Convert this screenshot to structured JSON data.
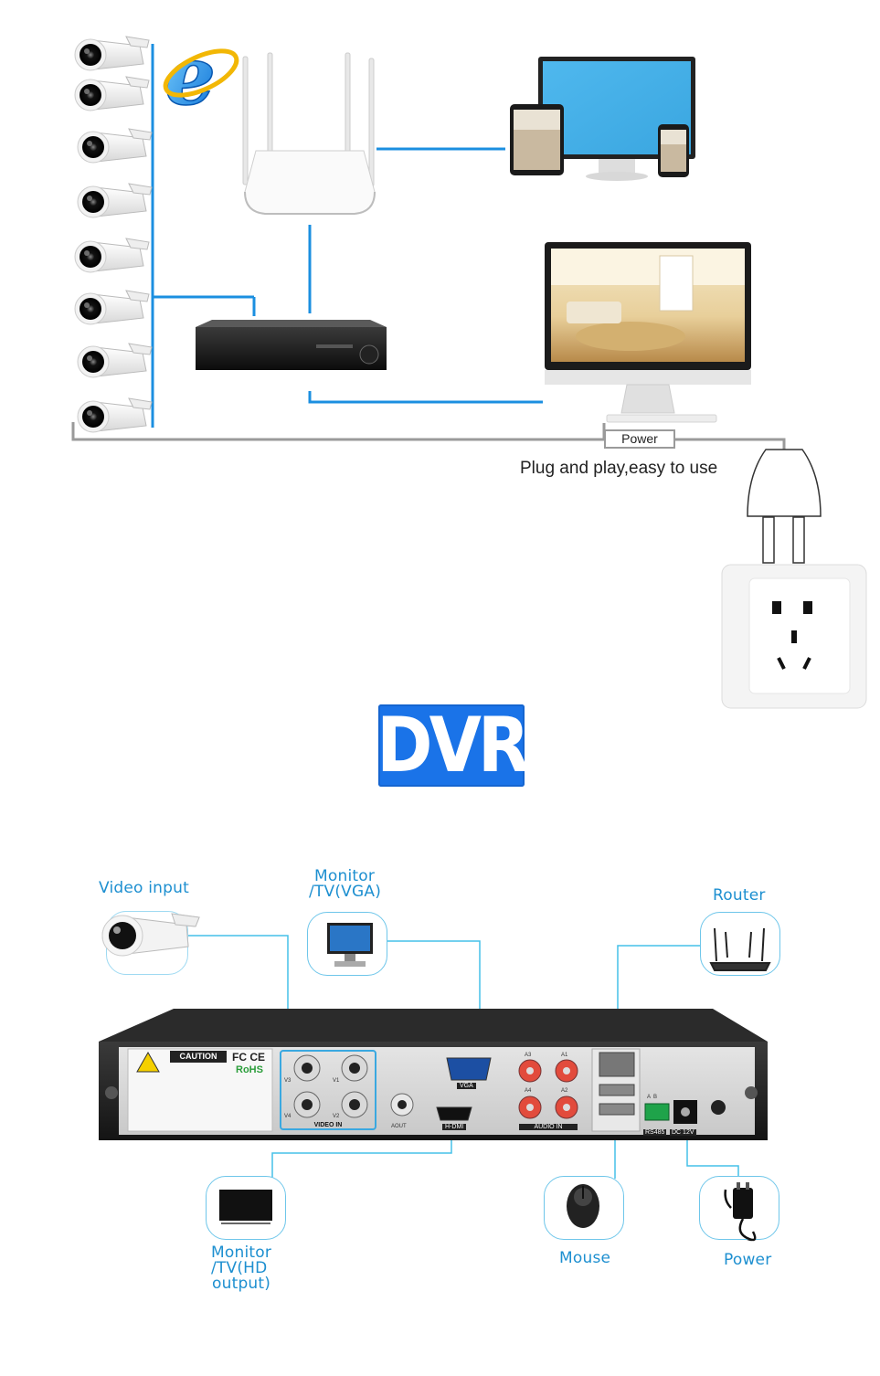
{
  "top_diagram": {
    "power_label": "Power",
    "tagline": "Plug and play,easy to use"
  },
  "badge": {
    "text": "DVR"
  },
  "dvr_diagram": {
    "labels": {
      "video_input": "Video input",
      "monitor_vga_line1": "Monitor",
      "monitor_vga_line2": "/TV(VGA)",
      "router": "Router",
      "monitor_hd_line1": "Monitor",
      "monitor_hd_line2": "/TV(HD",
      "monitor_hd_line3": "output)",
      "mouse": "Mouse",
      "power": "Power"
    },
    "panel": {
      "caution": "CAUTION",
      "rohs": "RoHS",
      "fcce": "FC CE",
      "video_in": "VIDEO IN",
      "vga": "VGA",
      "hdmi": "H-DMI",
      "audio_in": "AUDIO IN",
      "aout": "AOUT",
      "rs485": "RS485",
      "dc12v": "DC 12V",
      "v1": "V1",
      "v2": "V2",
      "v3": "V3",
      "v4": "V4",
      "a1": "A1",
      "a2": "A2",
      "a3": "A3",
      "a4": "A4",
      "ab": "A  B"
    }
  },
  "colors": {
    "line_blue": "#1b8fe0",
    "cyan_line": "#45c0e8",
    "label_blue": "#1d8fd0",
    "badge_blue": "#1a73e8",
    "gray_line": "#9a9a9a"
  }
}
